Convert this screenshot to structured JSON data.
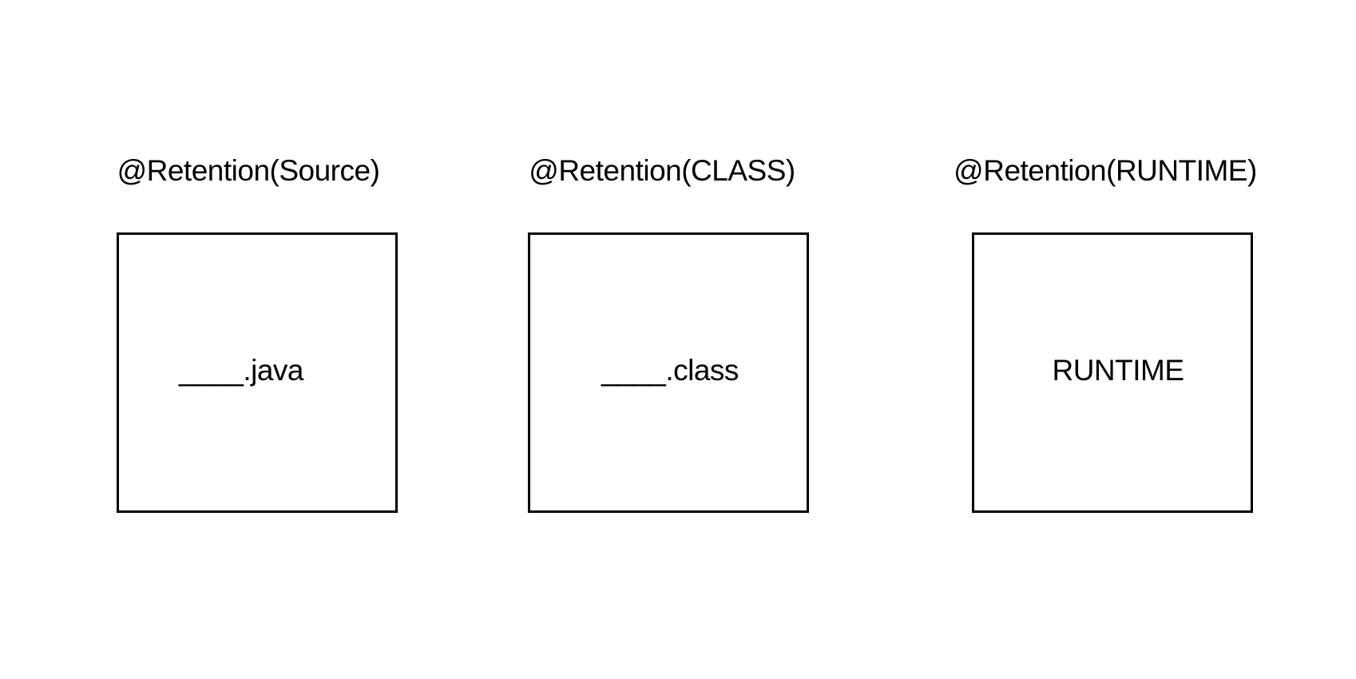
{
  "diagram": {
    "columns": [
      {
        "label": "@Retention(Source)",
        "box_text": "____.java"
      },
      {
        "label": "@Retention(CLASS)",
        "box_text": "____.class"
      },
      {
        "label": "@Retention(RUNTIME)",
        "box_text": "RUNTIME"
      }
    ]
  },
  "colors": {
    "background": "#ffffff",
    "stroke": "#000000",
    "text": "#000000"
  }
}
